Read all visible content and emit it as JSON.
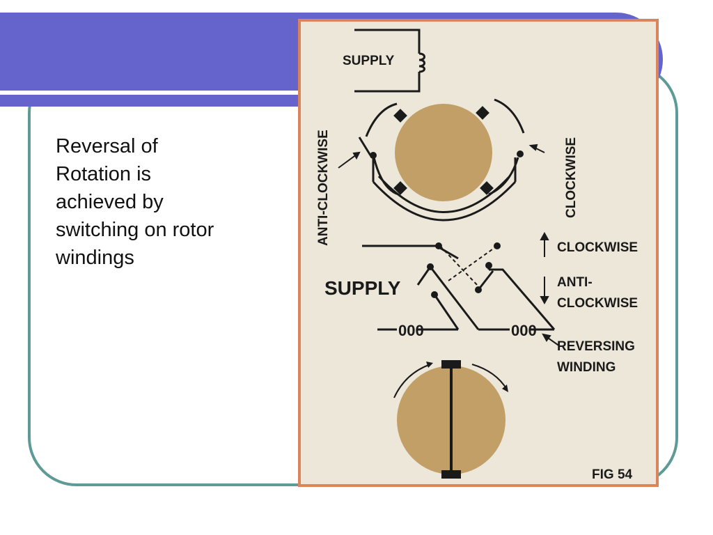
{
  "colors": {
    "title_band": "#6464cc",
    "frame_border": "#5f9b96",
    "figure_border": "#d9845a",
    "figure_background": "#ece7d9",
    "rotor_fill": "#c29f66",
    "ink": "#1a1a1a"
  },
  "body": {
    "text": "Reversal of\nRotation is\nachieved by\nswitching on rotor\nwindings"
  },
  "figure": {
    "supply_top": "SUPPLY",
    "anticlockwise_vertical": "ANTI-CLOCKWISE",
    "clockwise_vertical": "CLOCKWISE",
    "clockwise_arrow_label": "CLOCKWISE",
    "anticlockwise_line1": "ANTI-",
    "anticlockwise_line2": "CLOCKWISE",
    "supply_mid": "SUPPLY",
    "coil_left": "000",
    "coil_right": "000",
    "reversing_line1": "REVERSING",
    "reversing_line2": "WINDING",
    "fig_number": "FIG 54"
  }
}
